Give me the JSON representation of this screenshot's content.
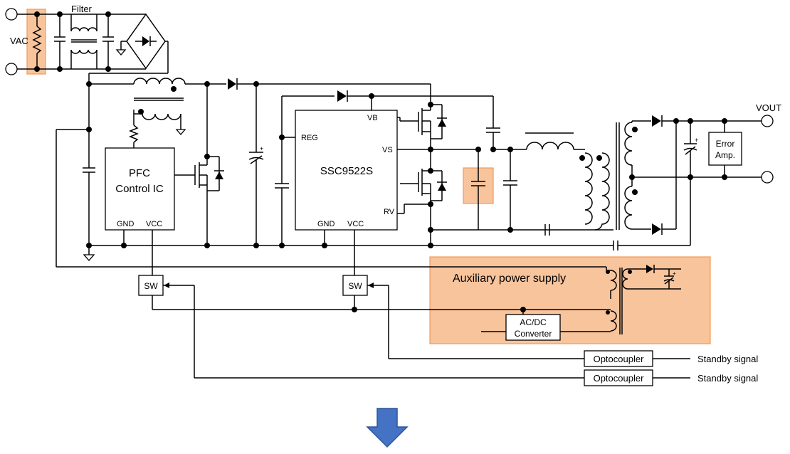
{
  "labels": {
    "vac": "VAC",
    "filter": "Filter",
    "pfc_line1": "PFC",
    "pfc_line2": "Control IC",
    "pfc_gnd": "GND",
    "pfc_vcc": "VCC",
    "ic_name": "SSC9522S",
    "pin_vb": "VB",
    "pin_reg": "REG",
    "pin_vs": "VS",
    "pin_rv": "RV",
    "ic_gnd": "GND",
    "ic_vcc": "VCC",
    "sw1": "SW",
    "sw2": "SW",
    "aux": "Auxiliary power supply",
    "acdc_line1": "AC/DC",
    "acdc_line2": "Converter",
    "opto1": "Optocoupler",
    "opto2": "Optocoupler",
    "standby1": "Standby signal",
    "standby2": "Standby signal",
    "vout": "VOUT",
    "err_line1": "Error",
    "err_line2": "Amp."
  },
  "colors": {
    "highlight_fill": "#f8c49c",
    "highlight_stroke": "#f29a58",
    "arrow": "#4472c4",
    "arrow_stroke": "#2f5597"
  }
}
